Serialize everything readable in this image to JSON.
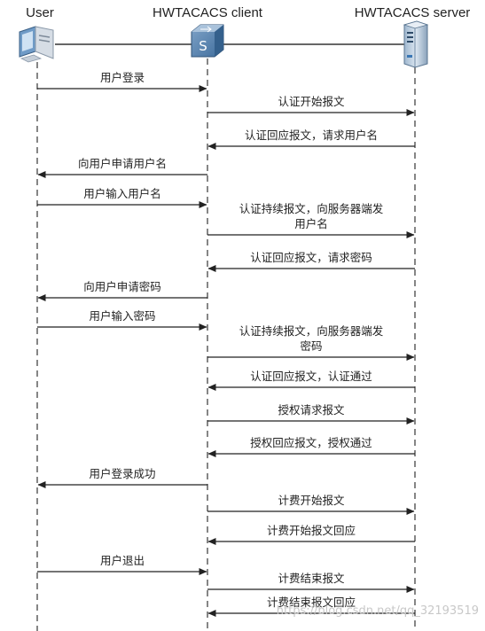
{
  "participants": {
    "user": "User",
    "client": "HWTACACS client",
    "server": "HWTACACS server"
  },
  "messages": [
    {
      "from": "user",
      "to": "client",
      "lines": [
        "用户登录"
      ]
    },
    {
      "from": "client",
      "to": "server",
      "lines": [
        "认证开始报文"
      ]
    },
    {
      "from": "server",
      "to": "client",
      "lines": [
        "认证回应报文，请求用户名"
      ]
    },
    {
      "from": "client",
      "to": "user",
      "lines": [
        "向用户申请用户名"
      ]
    },
    {
      "from": "user",
      "to": "client",
      "lines": [
        "用户输入用户名"
      ]
    },
    {
      "from": "client",
      "to": "server",
      "lines": [
        "认证持续报文，向服务器端发",
        "用户名"
      ]
    },
    {
      "from": "server",
      "to": "client",
      "lines": [
        "认证回应报文，请求密码"
      ]
    },
    {
      "from": "client",
      "to": "user",
      "lines": [
        "向用户申请密码"
      ]
    },
    {
      "from": "user",
      "to": "client",
      "lines": [
        "用户输入密码"
      ]
    },
    {
      "from": "client",
      "to": "server",
      "lines": [
        "认证持续报文，向服务器端发",
        "密码"
      ]
    },
    {
      "from": "server",
      "to": "client",
      "lines": [
        "认证回应报文，认证通过"
      ]
    },
    {
      "from": "client",
      "to": "server",
      "lines": [
        "授权请求报文"
      ]
    },
    {
      "from": "server",
      "to": "client",
      "lines": [
        "授权回应报文，授权通过"
      ]
    },
    {
      "from": "client",
      "to": "user",
      "lines": [
        "用户登录成功"
      ]
    },
    {
      "from": "client",
      "to": "server",
      "lines": [
        "计费开始报文"
      ]
    },
    {
      "from": "server",
      "to": "client",
      "lines": [
        "计费开始报文回应"
      ]
    },
    {
      "from": "user",
      "to": "client",
      "lines": [
        "用户退出"
      ]
    },
    {
      "from": "client",
      "to": "server",
      "lines": [
        "计费结束报文"
      ]
    },
    {
      "from": "server",
      "to": "client",
      "lines": [
        "计费结束报文回应"
      ]
    }
  ],
  "watermark": "https://blog.csdn.net/qq_32193519"
}
